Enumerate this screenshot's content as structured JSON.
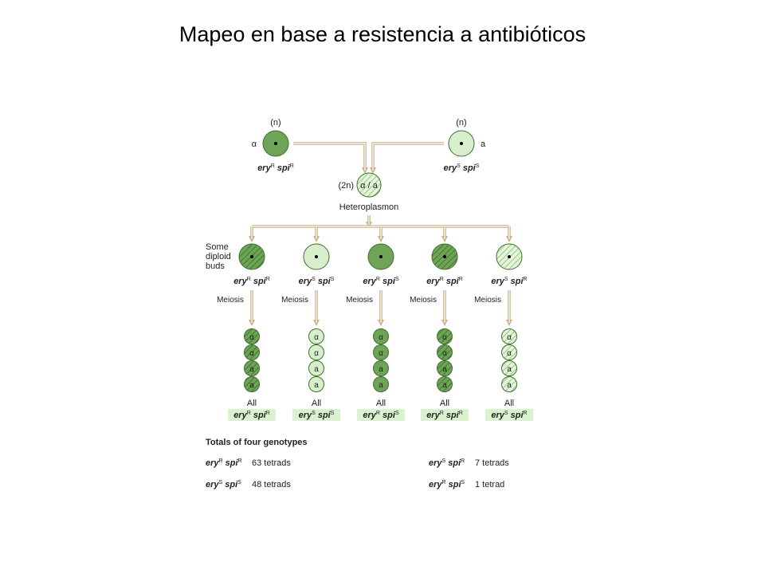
{
  "title": "Mapeo en base a resistencia a antibióticos",
  "colors": {
    "dark_green": "#6fa357",
    "light_green": "#d7f0cb",
    "outline": "#3d6f30",
    "arrow": "#c9b087",
    "label_bg": "#d9f2cf"
  },
  "parents": [
    {
      "ploidy": "(n)",
      "mating": "α",
      "ery": "R",
      "spi": "R",
      "fill": "dark"
    },
    {
      "ploidy": "(n)",
      "mating": "a",
      "ery": "S",
      "spi": "S",
      "fill": "light"
    }
  ],
  "zygote": {
    "ploidy": "(2n)",
    "mating": "α / a",
    "label": "Heteroplasmon"
  },
  "buds_label": [
    "Some",
    "diploid",
    "buds"
  ],
  "meiosis_label": "Meiosis",
  "all_label": "All",
  "gene_ery": "ery",
  "gene_spi": "spi",
  "tetrad_spores": [
    "α",
    "α",
    "a",
    "a"
  ],
  "buds": [
    {
      "ery": "R",
      "spi": "R",
      "fill": "dark-hatch"
    },
    {
      "ery": "S",
      "spi": "S",
      "fill": "light"
    },
    {
      "ery": "R",
      "spi": "S",
      "fill": "dark"
    },
    {
      "ery": "R",
      "spi": "R",
      "fill": "dark-hatch"
    },
    {
      "ery": "S",
      "spi": "R",
      "fill": "light-hatch"
    }
  ],
  "totals": {
    "heading": "Totals of four genotypes",
    "rows": [
      {
        "ery": "R",
        "spi": "R",
        "count": "63 tetrads"
      },
      {
        "ery": "S",
        "spi": "S",
        "count": "48 tetrads"
      },
      {
        "ery": "S",
        "spi": "R",
        "count": "7 tetrads"
      },
      {
        "ery": "R",
        "spi": "S",
        "count": "1 tetrad"
      }
    ]
  }
}
